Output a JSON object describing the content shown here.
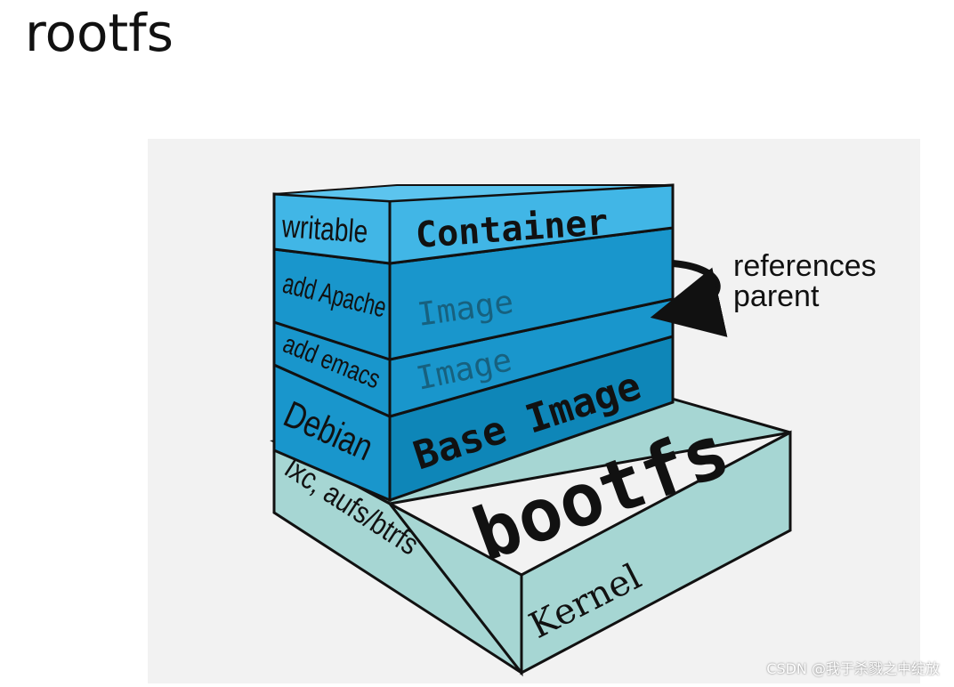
{
  "title": "rootfs",
  "watermark": "CSDN @我于杀戮之中绽放",
  "colors": {
    "container": "#41b6e6",
    "image": "#1996cc",
    "base_image": "#0e86b8",
    "kernel_layer": "#a6d6d3",
    "outline": "#111111",
    "panel": "#f2f2f2"
  },
  "layers": {
    "container": {
      "left_label": "writable",
      "right_label": "Container"
    },
    "apache": {
      "left_label": "add Apache",
      "right_label": "Image"
    },
    "emacs": {
      "left_label": "add emacs",
      "right_label": "Image"
    },
    "base": {
      "left_label": "Debian",
      "right_label": "Base Image"
    },
    "kernel": {
      "left_label": "lxc, aufs/btrfs",
      "right_label": "Kernel",
      "top_label": "bootfs"
    }
  },
  "annotation": {
    "line1": "references",
    "line2": "parent",
    "icon": "curved-arrow-icon"
  }
}
